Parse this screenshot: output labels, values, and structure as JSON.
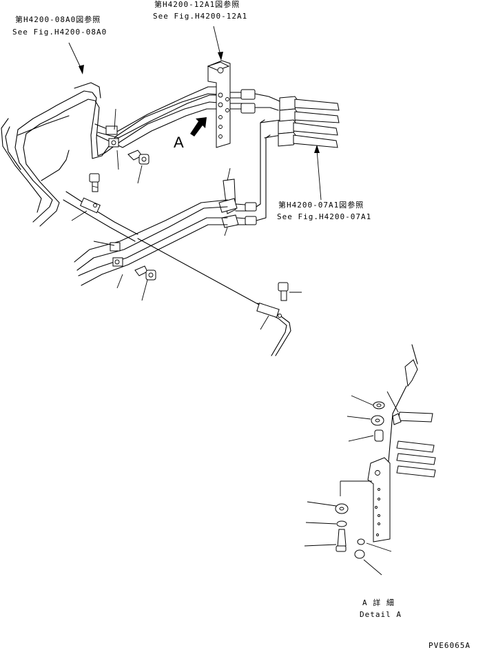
{
  "refs": {
    "ref_08a0": {
      "jp": "第H4200-08A0図参照",
      "en": "See Fig.H4200-08A0"
    },
    "ref_12a1": {
      "jp": "第H4200-12A1図参照",
      "en": "See Fig.H4200-12A1"
    },
    "ref_07a1": {
      "jp": "第H4200-07A1図参照",
      "en": "See Fig.H4200-07A1"
    }
  },
  "view_marker": "A",
  "detail": {
    "jp": "A 詳 細",
    "en": "Detail A"
  },
  "drawing_code": "PVE6065A"
}
